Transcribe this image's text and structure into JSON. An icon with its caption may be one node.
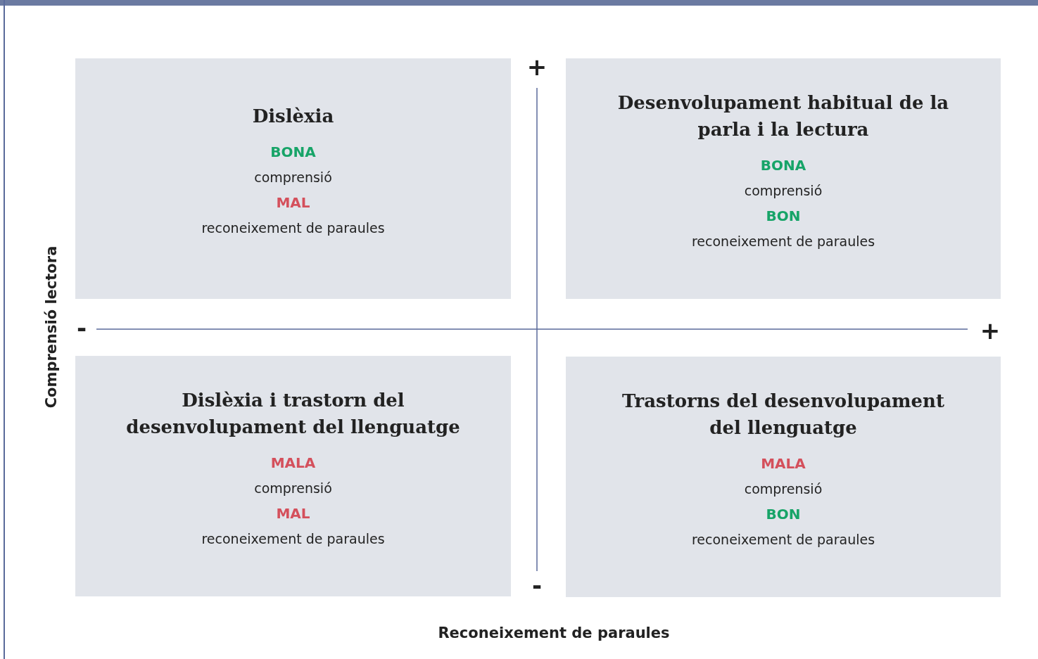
{
  "diagram": {
    "nodes": [
      {
        "text": [
          "Dislèxia",
          "BONA",
          "comprensió",
          "MAL",
          "reconeixement de paraules"
        ]
      },
      {
        "text": [
          "Desenvolupament habitual de la parla i la lectura",
          "BONA",
          "comprensió",
          "BON",
          "reconeixement de paraules"
        ]
      },
      {
        "text": [
          "Dislèxia i trastorn del desenvolupament del llenguatge",
          "MALA",
          "comprensió",
          "MAL",
          "reconeixement de paraules"
        ]
      },
      {
        "text": [
          "Trastorns del desenvolupament del llenguatge",
          "MALA",
          "comprensió",
          "BON",
          "reconeixement de paraules"
        ]
      }
    ],
    "labels": [
      "+",
      "-",
      "+",
      "-",
      "Comprensió lectora",
      "Reconeixement de paraules"
    ]
  }
}
